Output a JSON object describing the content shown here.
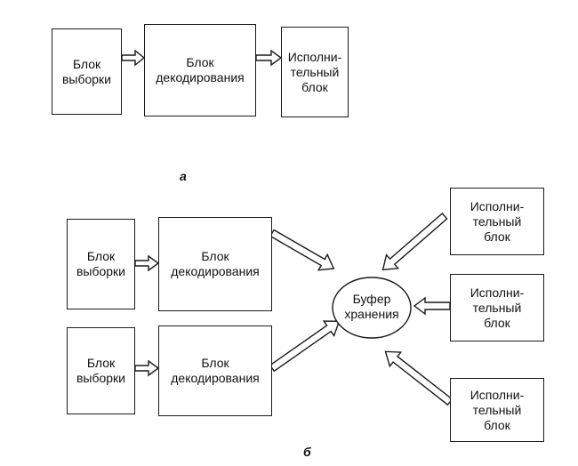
{
  "diagram_a": {
    "blocks": [
      {
        "id": "fetch",
        "text": "Блок\nвыборки"
      },
      {
        "id": "decode",
        "text": "Блок\nдекодирования"
      },
      {
        "id": "exec",
        "text": "Исполни-\nтельный\nблок"
      }
    ],
    "caption": "а"
  },
  "diagram_b": {
    "fetch_blocks": [
      {
        "id": "fetch1",
        "text": "Блок\nвыборки"
      },
      {
        "id": "fetch2",
        "text": "Блок\nвыборки"
      }
    ],
    "decode_blocks": [
      {
        "id": "decode1",
        "text": "Блок\nдекодирования"
      },
      {
        "id": "decode2",
        "text": "Блок\nдекодирования"
      }
    ],
    "buffer": {
      "text": "Буфер\nхранения"
    },
    "exec_blocks": [
      {
        "id": "exec1",
        "text": "Исполни-\nтельный\nблок"
      },
      {
        "id": "exec2",
        "text": "Исполни-\nтельный\nблок"
      },
      {
        "id": "exec3",
        "text": "Исполни-\nтельный\nблок"
      }
    ],
    "caption": "б"
  },
  "colors": {
    "stroke": "#1a1a1a",
    "fill": "#ffffff"
  }
}
